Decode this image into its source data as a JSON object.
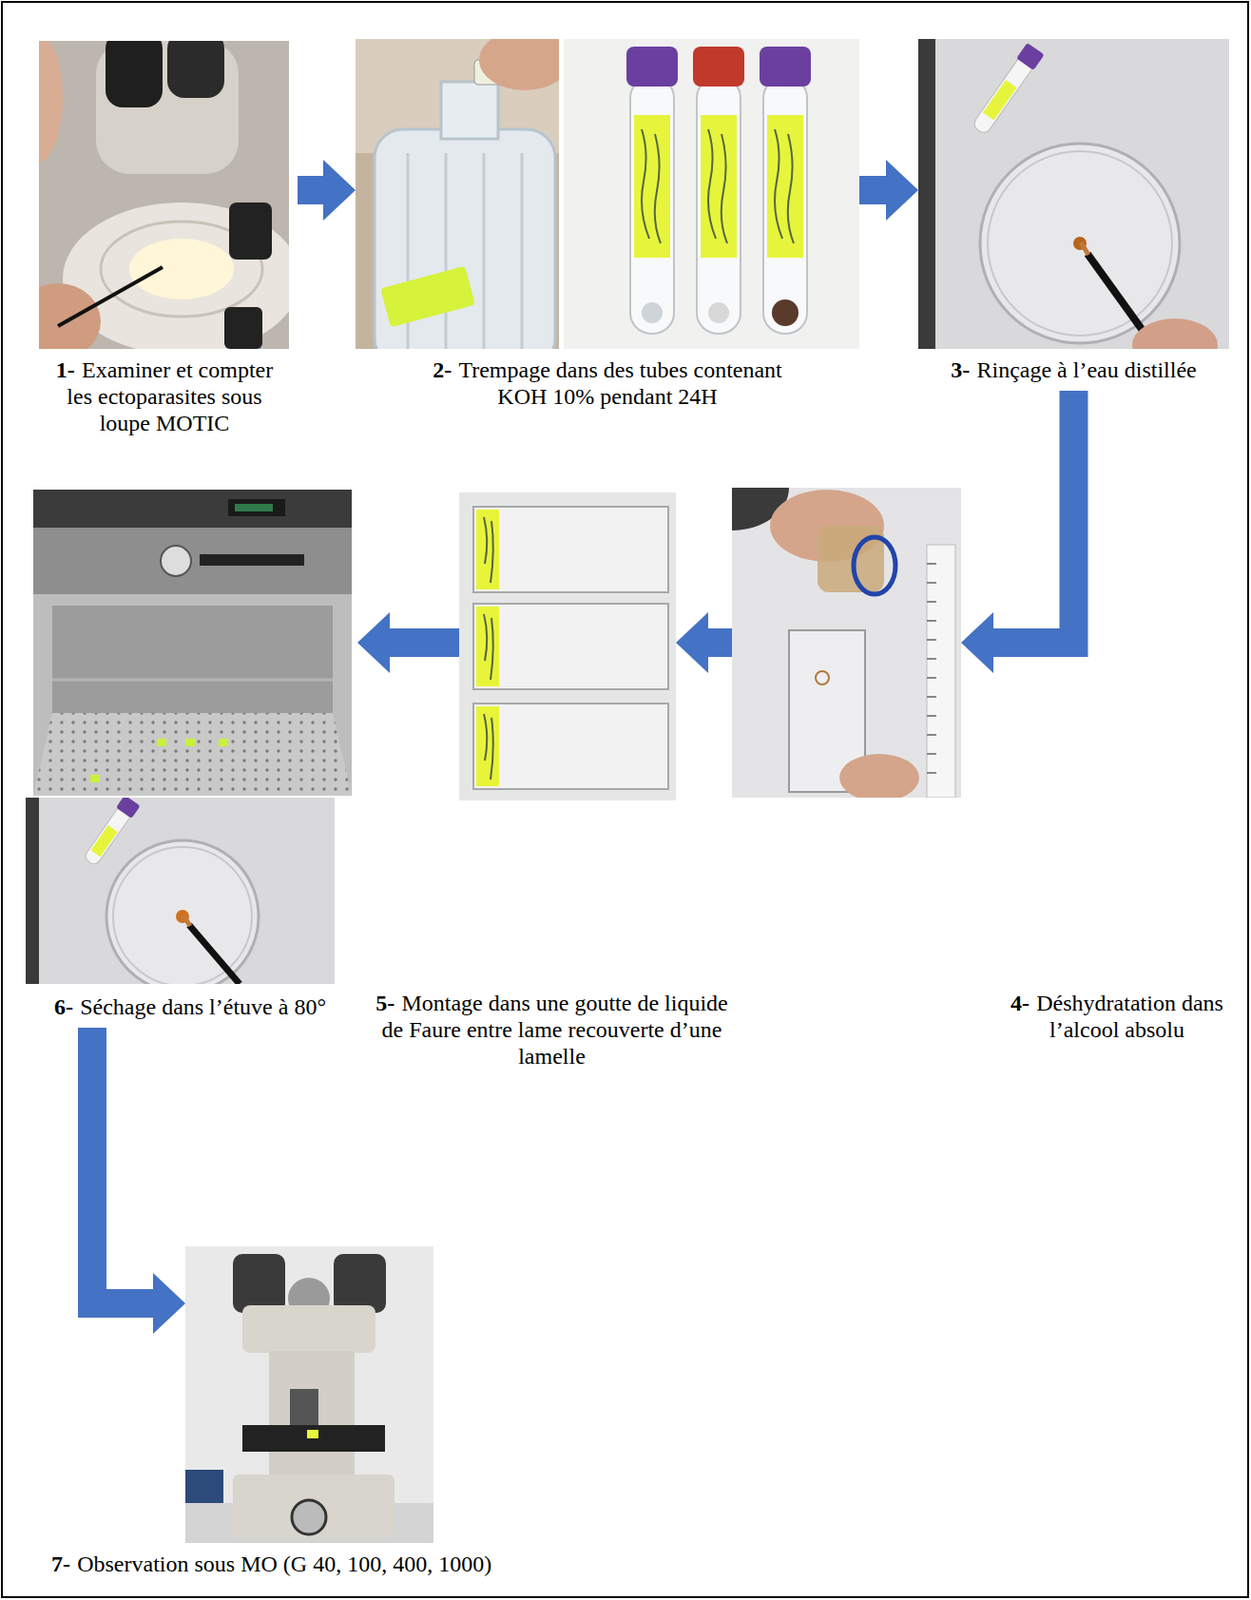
{
  "diagram": {
    "nodes": [
      {
        "text": [
          "1-",
          "Examiner et compter les ectoparasites sous loupe MOTIC"
        ]
      },
      {
        "text": [
          "2-",
          "Trempage dans des tubes contenant KOH 10% pendant 24H"
        ]
      },
      {
        "text": [
          "3-",
          "Rinçage à l’eau distillée"
        ]
      },
      {
        "text": [
          "4-",
          "Déshydratation dans l’alcool absolu"
        ]
      },
      {
        "text": [
          "5-",
          "Montage dans une goutte de liquide de Faure entre lame recouverte d’une lamelle"
        ]
      },
      {
        "text": [
          "6-",
          "Séchage dans l’étuve à 80°"
        ]
      },
      {
        "text": [
          "7-",
          "Observation sous MO (G 40, 100, 400, 1000)"
        ]
      }
    ],
    "edges": [
      {
        "from": 0,
        "to": 1,
        "arrow": "to"
      },
      {
        "from": 1,
        "to": 2,
        "arrow": "to"
      },
      {
        "from": 2,
        "to": 3,
        "arrow": "to"
      },
      {
        "from": 3,
        "to": 4,
        "arrow": "to"
      },
      {
        "from": 4,
        "to": 5,
        "arrow": "to"
      },
      {
        "from": 5,
        "to": 6,
        "arrow": "to"
      }
    ]
  }
}
